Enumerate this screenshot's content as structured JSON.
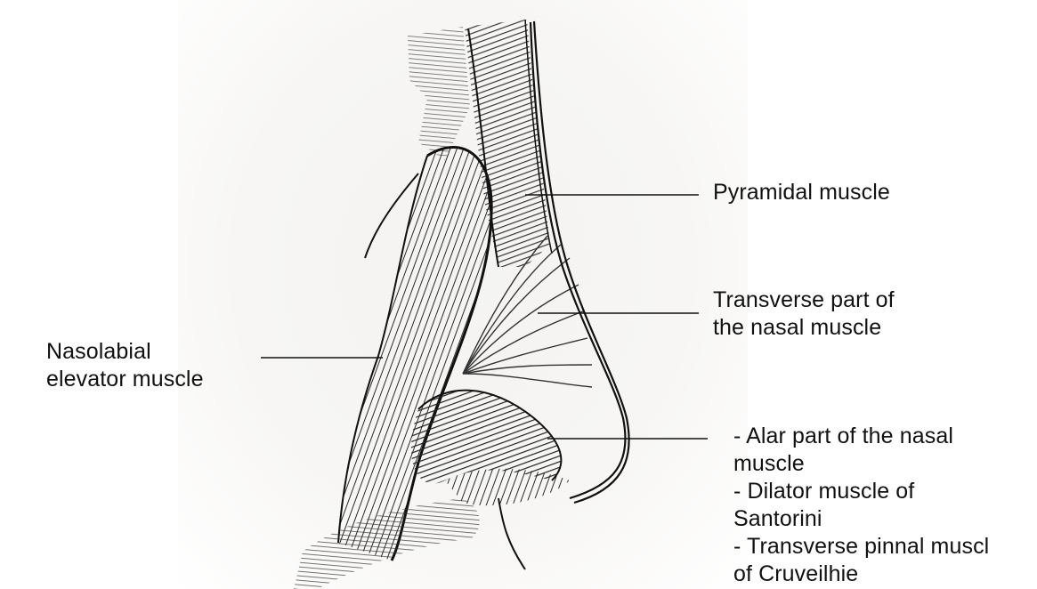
{
  "labels": {
    "pyramidal": "Pyramidal muscle",
    "transverse": "Transverse part of\nthe nasal muscle",
    "nasolabial": "Nasolabial\nelevator muscle",
    "alar_group": "- Alar part of the nasal\nmuscle\n- Dilator muscle of\nSantorini\n- Transverse pinnal muscl\nof Cruveilhie"
  },
  "colors": {
    "ink": "#1a1a1a",
    "paper": "#f4f3f1",
    "text": "#111111"
  }
}
